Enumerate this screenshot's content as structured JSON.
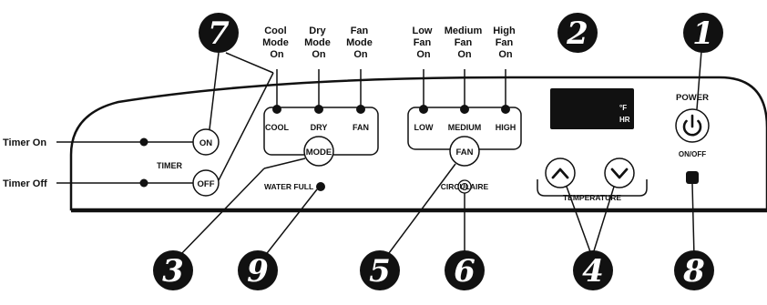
{
  "mode_labels": [
    {
      "lines": [
        "Cool",
        "Mode",
        "On"
      ]
    },
    {
      "lines": [
        "Dry",
        "Mode",
        "On"
      ]
    },
    {
      "lines": [
        "Fan",
        "Mode",
        "On"
      ]
    }
  ],
  "fan_labels": [
    {
      "lines": [
        "Low",
        "Fan",
        "On"
      ]
    },
    {
      "lines": [
        "Medium",
        "Fan",
        "On"
      ]
    },
    {
      "lines": [
        "High",
        "Fan",
        "On"
      ]
    }
  ],
  "panel": {
    "cool": "COOL",
    "dry": "DRY",
    "fan_mode": "FAN",
    "low": "LOW",
    "medium": "MEDIUM",
    "high": "HIGH",
    "mode_button": "MODE",
    "fan_button": "FAN",
    "on_button": "ON",
    "off_button": "OFF",
    "timer": "TIMER",
    "water_full": "WATER FULL",
    "circulaire": "CIRCULAIRE",
    "temperature": "TEMPERATURE",
    "power": "POWER",
    "on_off": "ON/OFF",
    "unit_f": "°F",
    "unit_hr": "HR"
  },
  "side_labels": {
    "timer_on": "Timer On",
    "timer_off": "Timer Off"
  },
  "callouts": {
    "c1": "1",
    "c2": "2",
    "c3": "3",
    "c4": "4",
    "c5": "5",
    "c6": "6",
    "c7": "7",
    "c8": "8",
    "c9": "9"
  },
  "icons": {
    "power": "power-icon",
    "up": "chevron-up-icon",
    "down": "chevron-down-icon"
  }
}
